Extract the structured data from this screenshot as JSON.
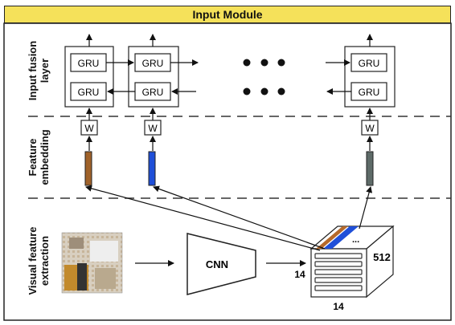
{
  "header": {
    "title": "Input Module"
  },
  "sections": {
    "fusion": {
      "line1": "Input fusion",
      "line2": "layer"
    },
    "embedding": {
      "line1": "Feature",
      "line2": "embedding"
    },
    "extraction": {
      "line1": "Visual feature",
      "line2": "extraction"
    }
  },
  "fusion_layer": {
    "gru_label": "GRU",
    "ellipsis": "• • •"
  },
  "embedding_layer": {
    "weight_label": "W",
    "vector_colors": [
      "#a0622a",
      "#1f4fd8",
      "#5e6b68"
    ]
  },
  "extraction": {
    "cnn_label": "CNN",
    "depth_label": "512",
    "height_label": "14",
    "width_label": "14",
    "dots_label": "..."
  },
  "colors": {
    "header_bg": "#f5e15a",
    "orange": "#b5692a",
    "blue": "#1f4fd8",
    "gray": "#5e6b68"
  }
}
